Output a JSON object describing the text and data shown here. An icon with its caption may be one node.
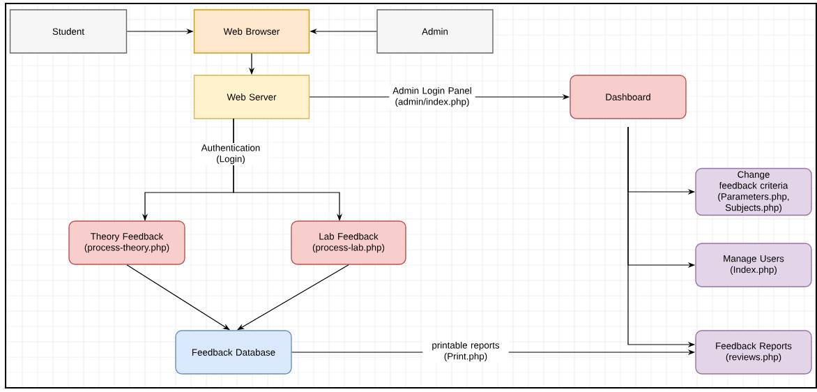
{
  "diagram": {
    "nodes": [
      {
        "text": [
          "Student"
        ]
      },
      {
        "text": [
          "Web Browser"
        ]
      },
      {
        "text": [
          "Admin"
        ]
      },
      {
        "text": [
          "Web Server"
        ]
      },
      {
        "text": [
          "Dashboard"
        ]
      },
      {
        "text": [
          "Theory Feedback (process-theory.php)"
        ]
      },
      {
        "text": [
          "Lab Feedback (process-lab.php)"
        ]
      },
      {
        "text": [
          "Feedback Database"
        ]
      },
      {
        "text": [
          "Change feedback criteria (Parameters.php, Subjects.php)"
        ]
      },
      {
        "text": [
          "Manage Users (Index.php)"
        ]
      },
      {
        "text": [
          "Feedback Reports (reviews.php)"
        ]
      }
    ],
    "edges": [
      {
        "from": 0,
        "to": 1,
        "arrow": "to"
      },
      {
        "from": 2,
        "to": 1,
        "arrow": "to"
      },
      {
        "from": 1,
        "to": 3,
        "arrow": "to"
      },
      {
        "from": 3,
        "to": 4,
        "arrow": "to",
        "label": "Admin Login Panel (admin/index.php)"
      },
      {
        "from": 3,
        "to": 5,
        "arrow": "to",
        "label": "Authentication (Login)"
      },
      {
        "from": 3,
        "to": 6,
        "arrow": "to"
      },
      {
        "from": 5,
        "to": 7,
        "arrow": "to"
      },
      {
        "from": 6,
        "to": 7,
        "arrow": "to"
      },
      {
        "from": 4,
        "to": 8,
        "arrow": "to"
      },
      {
        "from": 4,
        "to": 9,
        "arrow": "to"
      },
      {
        "from": 4,
        "to": 10,
        "arrow": "to"
      },
      {
        "from": 7,
        "to": 10,
        "arrow": "to",
        "label": "printable reports (Print.php)"
      }
    ]
  }
}
